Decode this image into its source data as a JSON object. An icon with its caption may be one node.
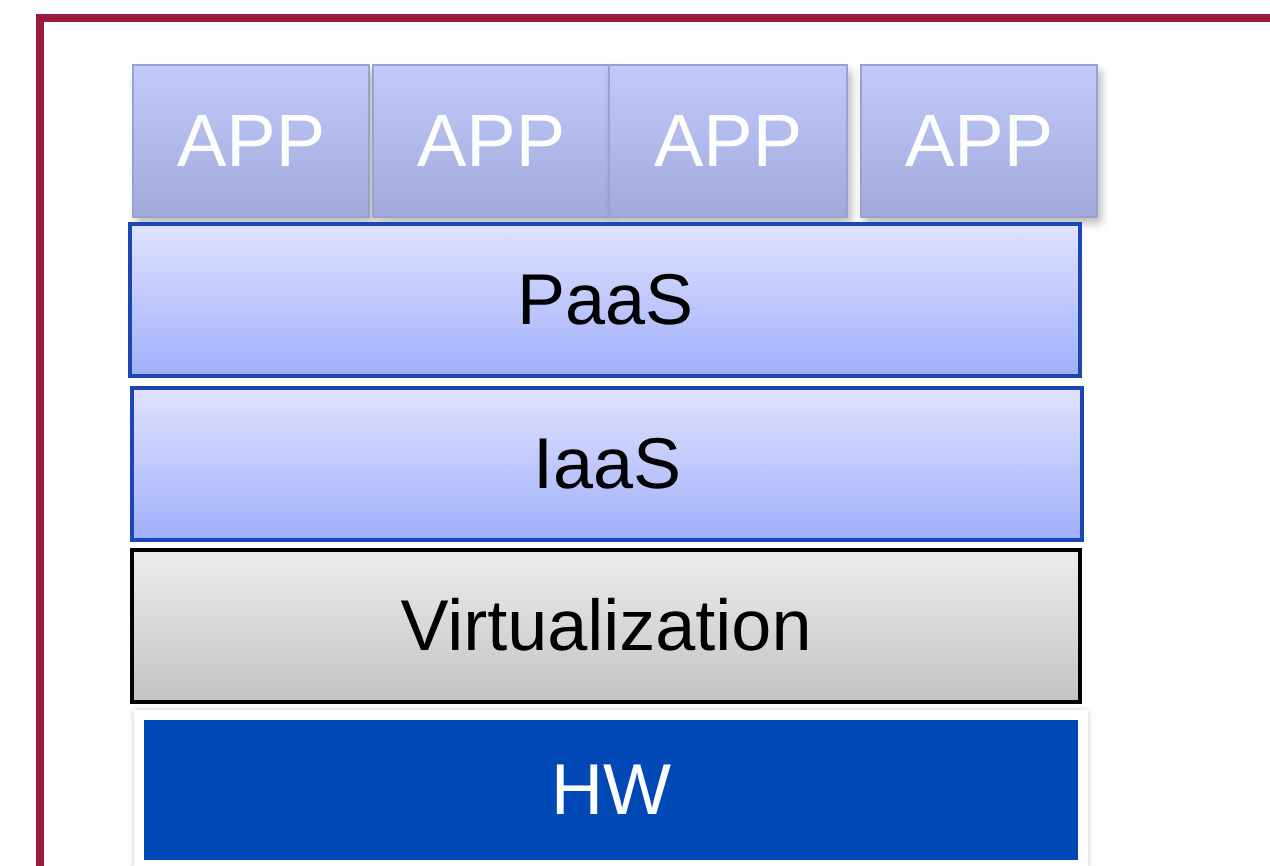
{
  "diagram": {
    "nodes": [
      {
        "text": [
          "APP"
        ]
      },
      {
        "text": [
          "APP"
        ]
      },
      {
        "text": [
          "APP"
        ]
      },
      {
        "text": [
          "APP"
        ]
      },
      {
        "text": [
          "PaaS"
        ]
      },
      {
        "text": [
          "IaaS"
        ]
      },
      {
        "text": [
          "Virtualization"
        ]
      },
      {
        "text": [
          "HW"
        ]
      }
    ]
  }
}
